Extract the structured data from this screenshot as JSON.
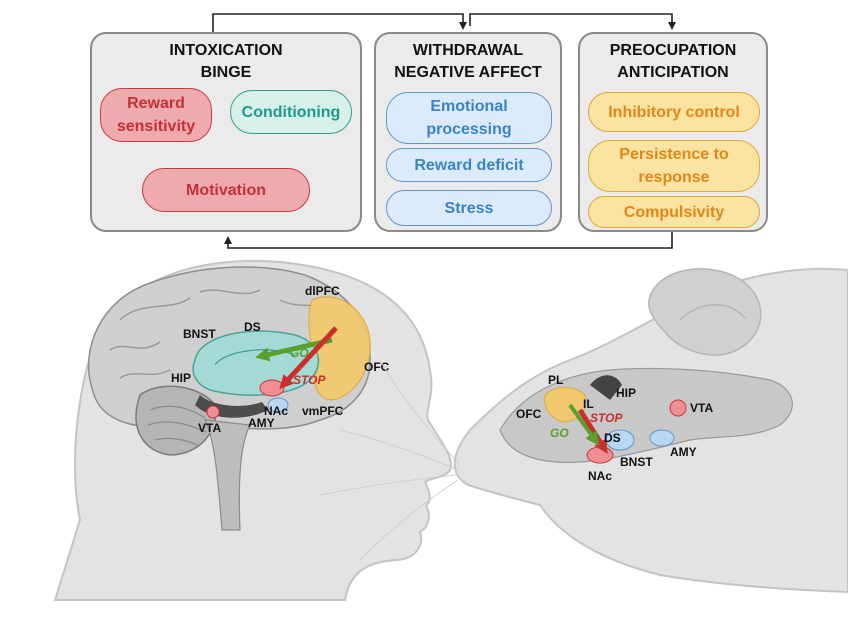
{
  "stages": [
    {
      "title": "INTOXICATION\nBINGE",
      "items": [
        "Reward\nsensitivity",
        "Conditioning",
        "Motivation"
      ]
    },
    {
      "title": "WITHDRAWAL\nNEGATIVE AFFECT",
      "items": [
        "Emotional\nprocessing",
        "Reward deficit",
        "Stress"
      ]
    },
    {
      "title": "PREOCUPATION\nANTICIPATION",
      "items": [
        "Inhibitory control",
        "Persistence to\nresponse",
        "Compulsivity"
      ]
    }
  ],
  "human_labels": {
    "dlpfc": "dlPFC",
    "ds": "DS",
    "bnst": "BNST",
    "go": "GO",
    "stop": "STOP",
    "ofc": "OFC",
    "hip": "HIP",
    "nac": "NAc",
    "vmpfc": "vmPFC",
    "vta": "VTA",
    "amy": "AMY"
  },
  "rat_labels": {
    "pl": "PL",
    "hip": "HIP",
    "vta": "VTA",
    "il": "IL",
    "ofc": "OFC",
    "stop": "STOP",
    "go": "GO",
    "ds": "DS",
    "bnst": "BNST",
    "amy": "AMY",
    "nac": "NAc"
  },
  "colors": {
    "red": "#c62f36",
    "teal": "#1f9a89",
    "blue": "#3a83c6",
    "orange": "#e38619",
    "go_green": "#5aa02c",
    "stop_red": "#c9302c"
  }
}
